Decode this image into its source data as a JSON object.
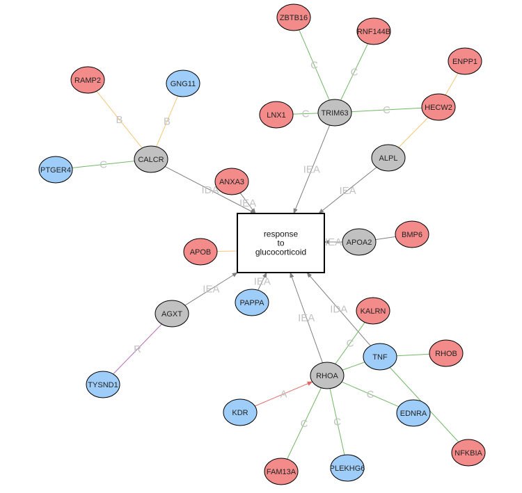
{
  "colors": {
    "red_node": "#f38b8b",
    "blue_node": "#9fcdf9",
    "gray_node": "#c1c1c1",
    "edge_C": "#71b765",
    "edge_B": "#f3c677",
    "edge_IDA": "#7f7f7f",
    "edge_IEA": "#7f7f7f",
    "edge_A": "#e06666",
    "edge_R": "#b366b3",
    "edge_plain": "#f3c677",
    "edge_label_text": "#c2c2c2"
  },
  "center": {
    "label_lines": [
      "response",
      "to",
      "glucocorticoid"
    ]
  },
  "nodes": [
    {
      "id": "ZBTB16",
      "label": "ZBTB16",
      "kind": "red"
    },
    {
      "id": "RNF144B",
      "label": "RNF144B",
      "kind": "red"
    },
    {
      "id": "ENPP1",
      "label": "ENPP1",
      "kind": "red"
    },
    {
      "id": "RAMP2",
      "label": "RAMP2",
      "kind": "red"
    },
    {
      "id": "GNG11",
      "label": "GNG11",
      "kind": "blue"
    },
    {
      "id": "LNX1",
      "label": "LNX1",
      "kind": "red"
    },
    {
      "id": "TRIM63",
      "label": "TRIM63",
      "kind": "gray"
    },
    {
      "id": "HECW2",
      "label": "HECW2",
      "kind": "red"
    },
    {
      "id": "CALCR",
      "label": "CALCR",
      "kind": "gray"
    },
    {
      "id": "ALPL",
      "label": "ALPL",
      "kind": "gray"
    },
    {
      "id": "PTGER4",
      "label": "PTGER4",
      "kind": "blue"
    },
    {
      "id": "ANXA3",
      "label": "ANXA3",
      "kind": "red"
    },
    {
      "id": "BMP6",
      "label": "BMP6",
      "kind": "red"
    },
    {
      "id": "APOA2",
      "label": "APOA2",
      "kind": "gray"
    },
    {
      "id": "APOB",
      "label": "APOB",
      "kind": "red"
    },
    {
      "id": "AGXT",
      "label": "AGXT",
      "kind": "gray"
    },
    {
      "id": "PAPPA",
      "label": "PAPPA",
      "kind": "blue"
    },
    {
      "id": "KALRN",
      "label": "KALRN",
      "kind": "red"
    },
    {
      "id": "TNF",
      "label": "TNF",
      "kind": "blue"
    },
    {
      "id": "RHOB",
      "label": "RHOB",
      "kind": "red"
    },
    {
      "id": "RHOA",
      "label": "RHOA",
      "kind": "gray"
    },
    {
      "id": "TYSND1",
      "label": "TYSND1",
      "kind": "blue"
    },
    {
      "id": "KDR",
      "label": "KDR",
      "kind": "blue"
    },
    {
      "id": "EDNRA",
      "label": "EDNRA",
      "kind": "blue"
    },
    {
      "id": "NFKBIA",
      "label": "NFKBIA",
      "kind": "red"
    },
    {
      "id": "FAM13A",
      "label": "FAM13A",
      "kind": "red"
    },
    {
      "id": "PLEKHG6",
      "label": "PLEKHG6",
      "kind": "blue"
    }
  ],
  "edges": [
    {
      "from": "ZBTB16",
      "to": "TRIM63",
      "label": "C",
      "type": "C"
    },
    {
      "from": "RNF144B",
      "to": "TRIM63",
      "label": "C",
      "type": "C"
    },
    {
      "from": "LNX1",
      "to": "TRIM63",
      "label": "C",
      "type": "C"
    },
    {
      "from": "TRIM63",
      "to": "HECW2",
      "label": "C",
      "type": "C"
    },
    {
      "from": "ENPP1",
      "to": "HECW2",
      "label": "",
      "type": "B"
    },
    {
      "from": "HECW2",
      "to": "ALPL",
      "label": "",
      "type": "B"
    },
    {
      "from": "RAMP2",
      "to": "CALCR",
      "label": "B",
      "type": "B"
    },
    {
      "from": "GNG11",
      "to": "CALCR",
      "label": "B",
      "type": "B"
    },
    {
      "from": "PTGER4",
      "to": "CALCR",
      "label": "C",
      "type": "C"
    },
    {
      "from": "CALCR",
      "to": "center",
      "label": "IDA",
      "type": "IDA",
      "arrow": true
    },
    {
      "from": "ANXA3",
      "to": "center",
      "label": "IEA",
      "type": "IEA",
      "arrow": true
    },
    {
      "from": "TRIM63",
      "to": "center",
      "label": "IEA",
      "type": "IEA",
      "arrow": true
    },
    {
      "from": "ALPL",
      "to": "center",
      "label": "IEA",
      "type": "IEA",
      "arrow": true
    },
    {
      "from": "BMP6",
      "to": "APOA2",
      "label": "",
      "type": "plain_gray"
    },
    {
      "from": "APOA2",
      "to": "center",
      "label": "IEA",
      "type": "IEA",
      "arrow": true
    },
    {
      "from": "APOB",
      "to": "center",
      "label": "",
      "type": "plain"
    },
    {
      "from": "AGXT",
      "to": "center",
      "label": "IEA",
      "type": "IEA",
      "arrow": true
    },
    {
      "from": "PAPPA",
      "to": "center",
      "label": "IEA",
      "type": "IEA",
      "arrow": true
    },
    {
      "from": "RHOA",
      "to": "center",
      "label": "IEA",
      "type": "IEA",
      "arrow": true
    },
    {
      "from": "TNF",
      "to": "center",
      "label": "IDA",
      "type": "IDA",
      "arrow": true
    },
    {
      "from": "TYSND1",
      "to": "AGXT",
      "label": "R",
      "type": "R"
    },
    {
      "from": "KALRN",
      "to": "RHOA",
      "label": "C",
      "type": "C"
    },
    {
      "from": "TNF",
      "to": "RHOA",
      "label": "",
      "type": "C"
    },
    {
      "from": "TNF",
      "to": "RHOB",
      "label": "",
      "type": "C"
    },
    {
      "from": "TNF",
      "to": "NFKBIA",
      "label": "",
      "type": "C"
    },
    {
      "from": "KDR",
      "to": "RHOA",
      "label": "A",
      "type": "A",
      "arrow": true
    },
    {
      "from": "RHOA",
      "to": "EDNRA",
      "label": "C",
      "type": "C"
    },
    {
      "from": "FAM13A",
      "to": "RHOA",
      "label": "C",
      "type": "C"
    },
    {
      "from": "PLEKHG6",
      "to": "RHOA",
      "label": "C",
      "type": "C"
    }
  ]
}
